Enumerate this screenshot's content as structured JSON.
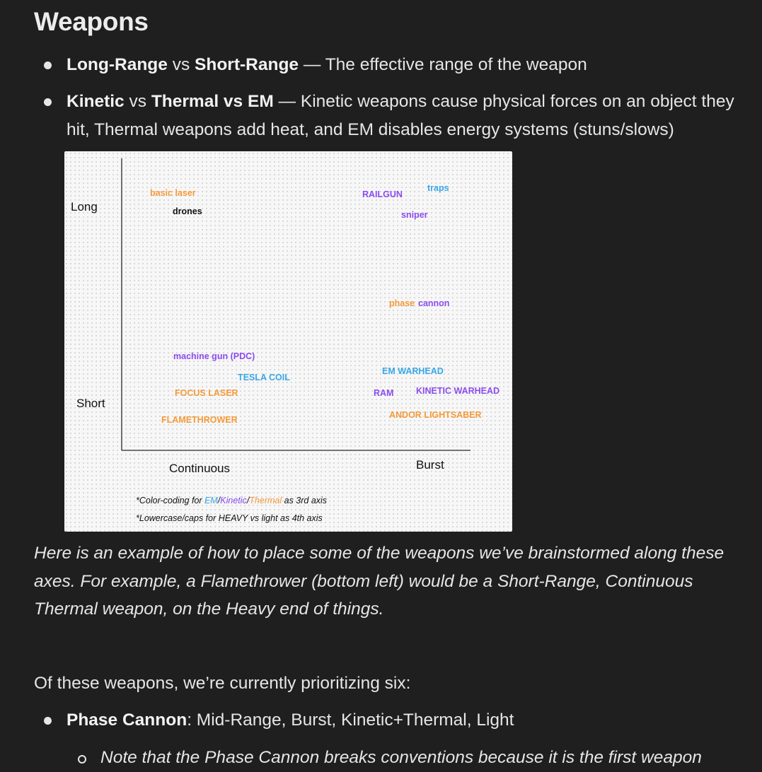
{
  "heading": "Weapons",
  "bullet1": {
    "term_a": "Long-Range",
    "vs": " vs ",
    "term_b": "Short-Range",
    "desc": " — The effective range of the weapon"
  },
  "bullet2": {
    "term_a": "Kinetic",
    "vs": " vs ",
    "term_b": "Thermal vs EM",
    "desc": " — Kinetic weapons cause physical forces on an object they hit, Thermal weapons add heat, and EM disables energy systems (stuns/slows)"
  },
  "figure": {
    "y_labels": {
      "top": "Long",
      "bottom": "Short"
    },
    "x_labels": {
      "left": "Continuous",
      "right": "Burst"
    },
    "colors": {
      "EM": "#3aa7e6",
      "Kinetic": "#8a4cf0",
      "Thermal": "#f59a3a",
      "neutral": "#111111"
    },
    "items": [
      {
        "label": "basic laser",
        "type": "Thermal"
      },
      {
        "label": "drones",
        "type": "neutral"
      },
      {
        "label": "RAILGUN",
        "type": "Kinetic"
      },
      {
        "label": "traps",
        "type": "EM"
      },
      {
        "label": "sniper",
        "type": "Kinetic"
      },
      {
        "label": "phase",
        "type": "Thermal"
      },
      {
        "label": "cannon",
        "type": "Kinetic"
      },
      {
        "label": "machine gun (PDC)",
        "type": "Kinetic"
      },
      {
        "label": "TESLA COIL",
        "type": "EM"
      },
      {
        "label": "EM WARHEAD",
        "type": "EM"
      },
      {
        "label": "FOCUS LASER",
        "type": "Thermal"
      },
      {
        "label": "RAM",
        "type": "Kinetic"
      },
      {
        "label": "KINETIC WARHEAD",
        "type": "Kinetic"
      },
      {
        "label": "ANDOR LIGHTSABER",
        "type": "Thermal"
      },
      {
        "label": "FLAMETHROWER",
        "type": "Thermal"
      }
    ],
    "note1": {
      "prefix": "*Color-coding for ",
      "em": "EM",
      "slash1": "/",
      "kinetic": "Kinetic",
      "slash2": "/",
      "thermal": "Thermal",
      "suffix": " as 3rd axis"
    },
    "note2": "*Lowercase/caps for HEAVY vs light as 4th axis"
  },
  "caption": "Here is an example of how to place some of the weapons we’ve brainstormed along these axes. For example, a Flamethrower (bottom left) would be a Short-Range, Continuous Thermal weapon, on the Heavy end of things.",
  "paragraph": "Of these weapons, we’re currently prioritizing six:",
  "bullet3": {
    "term": "Phase Cannon",
    "desc": ": Mid-Range, Burst, Kinetic+Thermal, Light"
  },
  "sub_bullet": "Note that the Phase Cannon breaks conventions because it is the first weapon"
}
